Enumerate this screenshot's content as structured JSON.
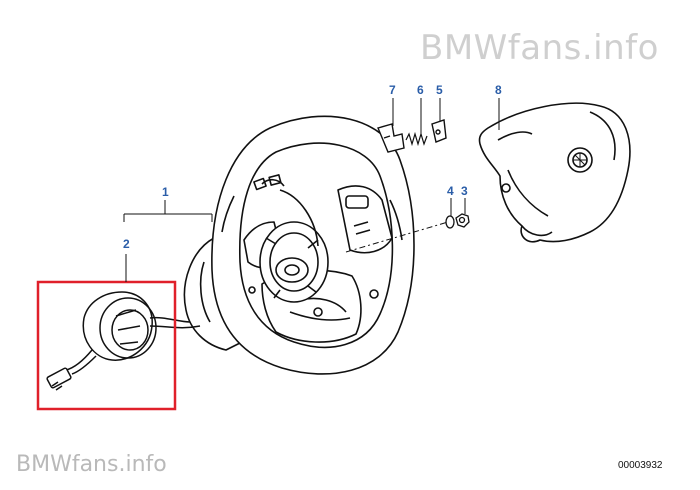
{
  "watermark_top": "BMWfans.info",
  "watermark_bottom": "BMWfans.info",
  "reference_number": "00003932",
  "callouts": {
    "c1": "1",
    "c2": "2",
    "c3": "3",
    "c4": "4",
    "c5": "5",
    "c6": "6",
    "c7": "7",
    "c8": "8"
  },
  "colors": {
    "callout": "#2a5da8",
    "highlight_box": "#e0202a",
    "line_art": "#111111",
    "watermark": "#cfcfcf"
  }
}
